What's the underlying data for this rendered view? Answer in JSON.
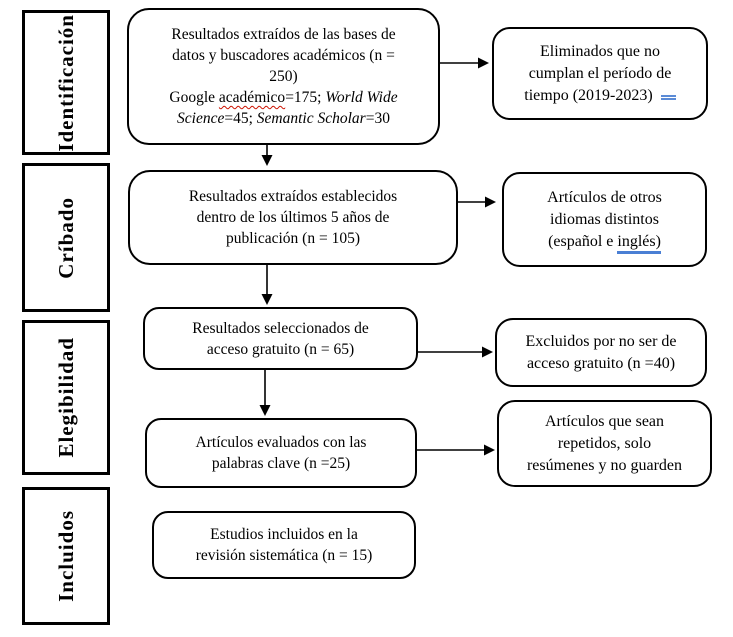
{
  "stages": [
    {
      "label": "Identificación"
    },
    {
      "label": "Críbado"
    },
    {
      "label": "Elegibilidad"
    },
    {
      "label": "Incluidos"
    }
  ],
  "main": [
    {
      "id": "sources",
      "n": 250,
      "lines": [
        {
          "text": "Resultados extraídos de las bases de"
        },
        {
          "text": "datos y buscadores académicos (n ="
        },
        {
          "text": "250)"
        },
        {
          "parts": [
            {
              "text": "Google "
            },
            {
              "text": "académico",
              "style": "spell-error"
            },
            {
              "text": "=175; "
            },
            {
              "text": "World Wide",
              "style": "italic"
            }
          ]
        },
        {
          "parts": [
            {
              "text": "Science",
              "style": "italic"
            },
            {
              "text": "=45; "
            },
            {
              "text": "Semantic Scholar",
              "style": "italic"
            },
            {
              "text": "=30"
            }
          ]
        }
      ]
    },
    {
      "id": "last-5-years",
      "n": 105,
      "lines": [
        {
          "text": "Resultados extraídos establecidos"
        },
        {
          "text": "dentro de los últimos 5 años de"
        },
        {
          "text": "publicación (n = 105)"
        }
      ]
    },
    {
      "id": "free-access",
      "n": 65,
      "lines": [
        {
          "text": "Resultados seleccionados de"
        },
        {
          "text": "acceso gratuito (n = 65)"
        }
      ]
    },
    {
      "id": "keywords",
      "n": 25,
      "lines": [
        {
          "text": "Artículos evaluados con las"
        },
        {
          "text": "palabras clave (n =25)"
        }
      ]
    },
    {
      "id": "included",
      "n": 15,
      "lines": [
        {
          "text": "Estudios incluidos en la"
        },
        {
          "text": "revisión sistemática (n = 15)"
        }
      ]
    }
  ],
  "right": [
    {
      "id": "period-excluded",
      "lines": [
        {
          "text": "Eliminados que no"
        },
        {
          "text": "cumplan el período de"
        },
        {
          "text": "tiempo (2019-2023)"
        }
      ],
      "has_grammar_mark": true
    },
    {
      "id": "other-languages",
      "lines": [
        {
          "text": "Artículos de otros"
        },
        {
          "text": "idiomas distintos"
        },
        {
          "parts": [
            {
              "text": "(español e "
            },
            {
              "text": "inglés)",
              "style": "grammar-underline"
            }
          ]
        }
      ]
    },
    {
      "id": "not-free",
      "n": 40,
      "lines": [
        {
          "text": "Excluidos por no ser de"
        },
        {
          "text": "acceso gratuito (n =40)"
        }
      ]
    },
    {
      "id": "repeated",
      "lines": [
        {
          "text": "Artículos que sean"
        },
        {
          "text": "repetidos, solo"
        },
        {
          "text": "resúmenes y no guarden"
        }
      ]
    }
  ],
  "icons": {
    "grammar_mark": "blue-double-line",
    "spell_error": "red-wavy-underline",
    "arrowhead": "solid-black-triangle"
  },
  "colors": {
    "box_border": "#000000",
    "text": "#000000",
    "background": "#ffffff",
    "spell_underline": "#cc1100",
    "grammar_underline": "#4a7fd4"
  }
}
